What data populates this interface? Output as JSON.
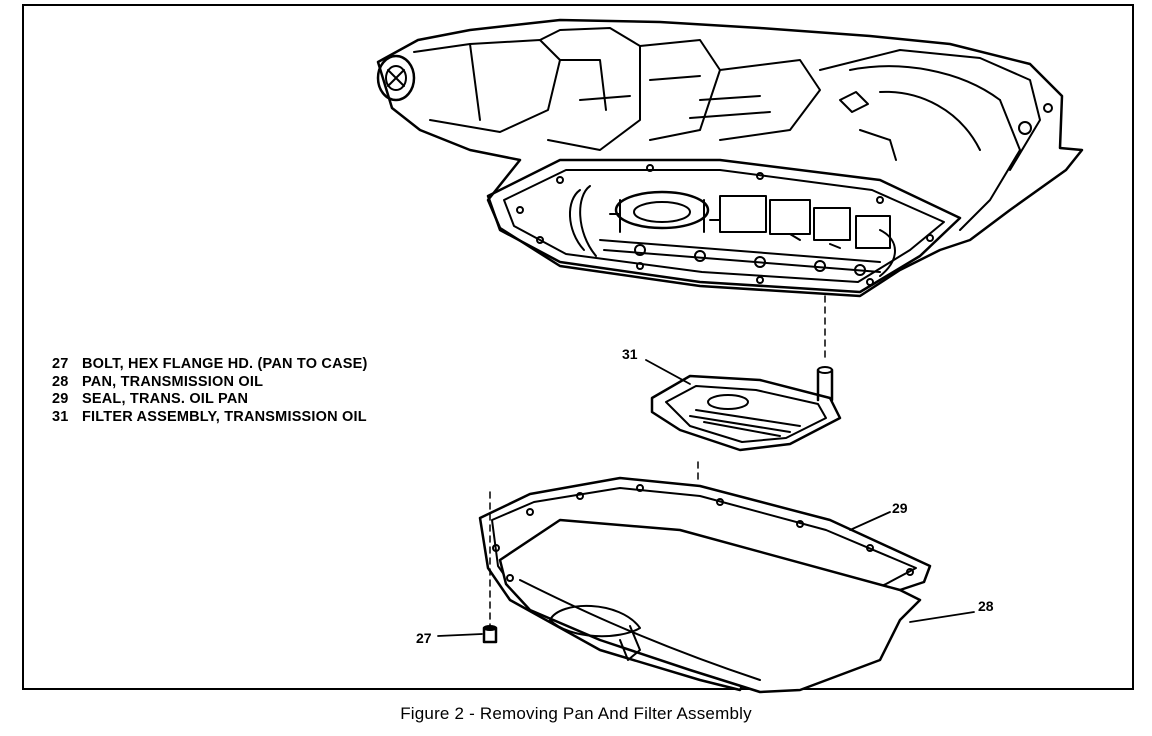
{
  "figure": {
    "caption": "Figure 2 - Removing Pan And Filter Assembly"
  },
  "legend": [
    {
      "num": "27",
      "text": "BOLT, HEX FLANGE HD. (PAN TO CASE)"
    },
    {
      "num": "28",
      "text": "PAN, TRANSMISSION OIL"
    },
    {
      "num": "29",
      "text": "SEAL, TRANS. OIL PAN"
    },
    {
      "num": "31",
      "text": "FILTER ASSEMBLY, TRANSMISSION OIL"
    }
  ],
  "callouts": {
    "filter": "31",
    "seal": "29",
    "pan": "28",
    "bolt": "27"
  }
}
